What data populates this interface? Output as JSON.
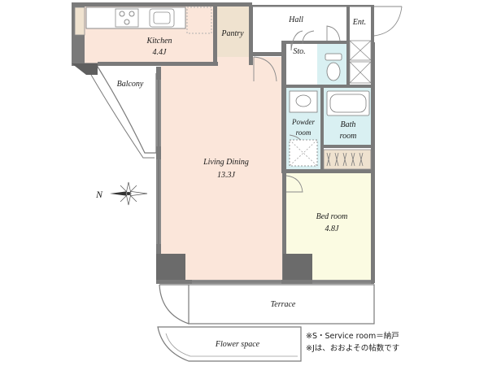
{
  "rooms": {
    "kitchen": {
      "name": "Kitchen",
      "size": "4.4J"
    },
    "pantry": {
      "name": "Pantry"
    },
    "hall": {
      "name": "Hall"
    },
    "entrance": {
      "name": "Ent."
    },
    "storage": {
      "name": "Sto."
    },
    "balcony": {
      "name": "Balcony"
    },
    "living_dining": {
      "name": "Living Dining",
      "size": "13.3J"
    },
    "powder_room": {
      "name_line1": "Powder",
      "name_line2": "room"
    },
    "bath_room": {
      "name_line1": "Bath",
      "name_line2": "room"
    },
    "bed_room": {
      "name": "Bed room",
      "size": "4.8J"
    },
    "terrace": {
      "name": "Terrace"
    },
    "flower_space": {
      "name": "Flower space"
    }
  },
  "compass": {
    "north_label": "N"
  },
  "notes": {
    "line1": "※S・Service room＝納戸",
    "line2": "※Jは、おおよその帖数です"
  },
  "colors": {
    "wall": "#7a7a7a",
    "wall_dark": "#5f5f5f",
    "kitchen_floor": "#fbe6da",
    "living_floor": "#fbe6da",
    "bedroom_floor": "#fbfbe2",
    "wet_area": "#d9f0f2",
    "pantry_floor": "#efe2cf",
    "outside": "#ffffff"
  }
}
